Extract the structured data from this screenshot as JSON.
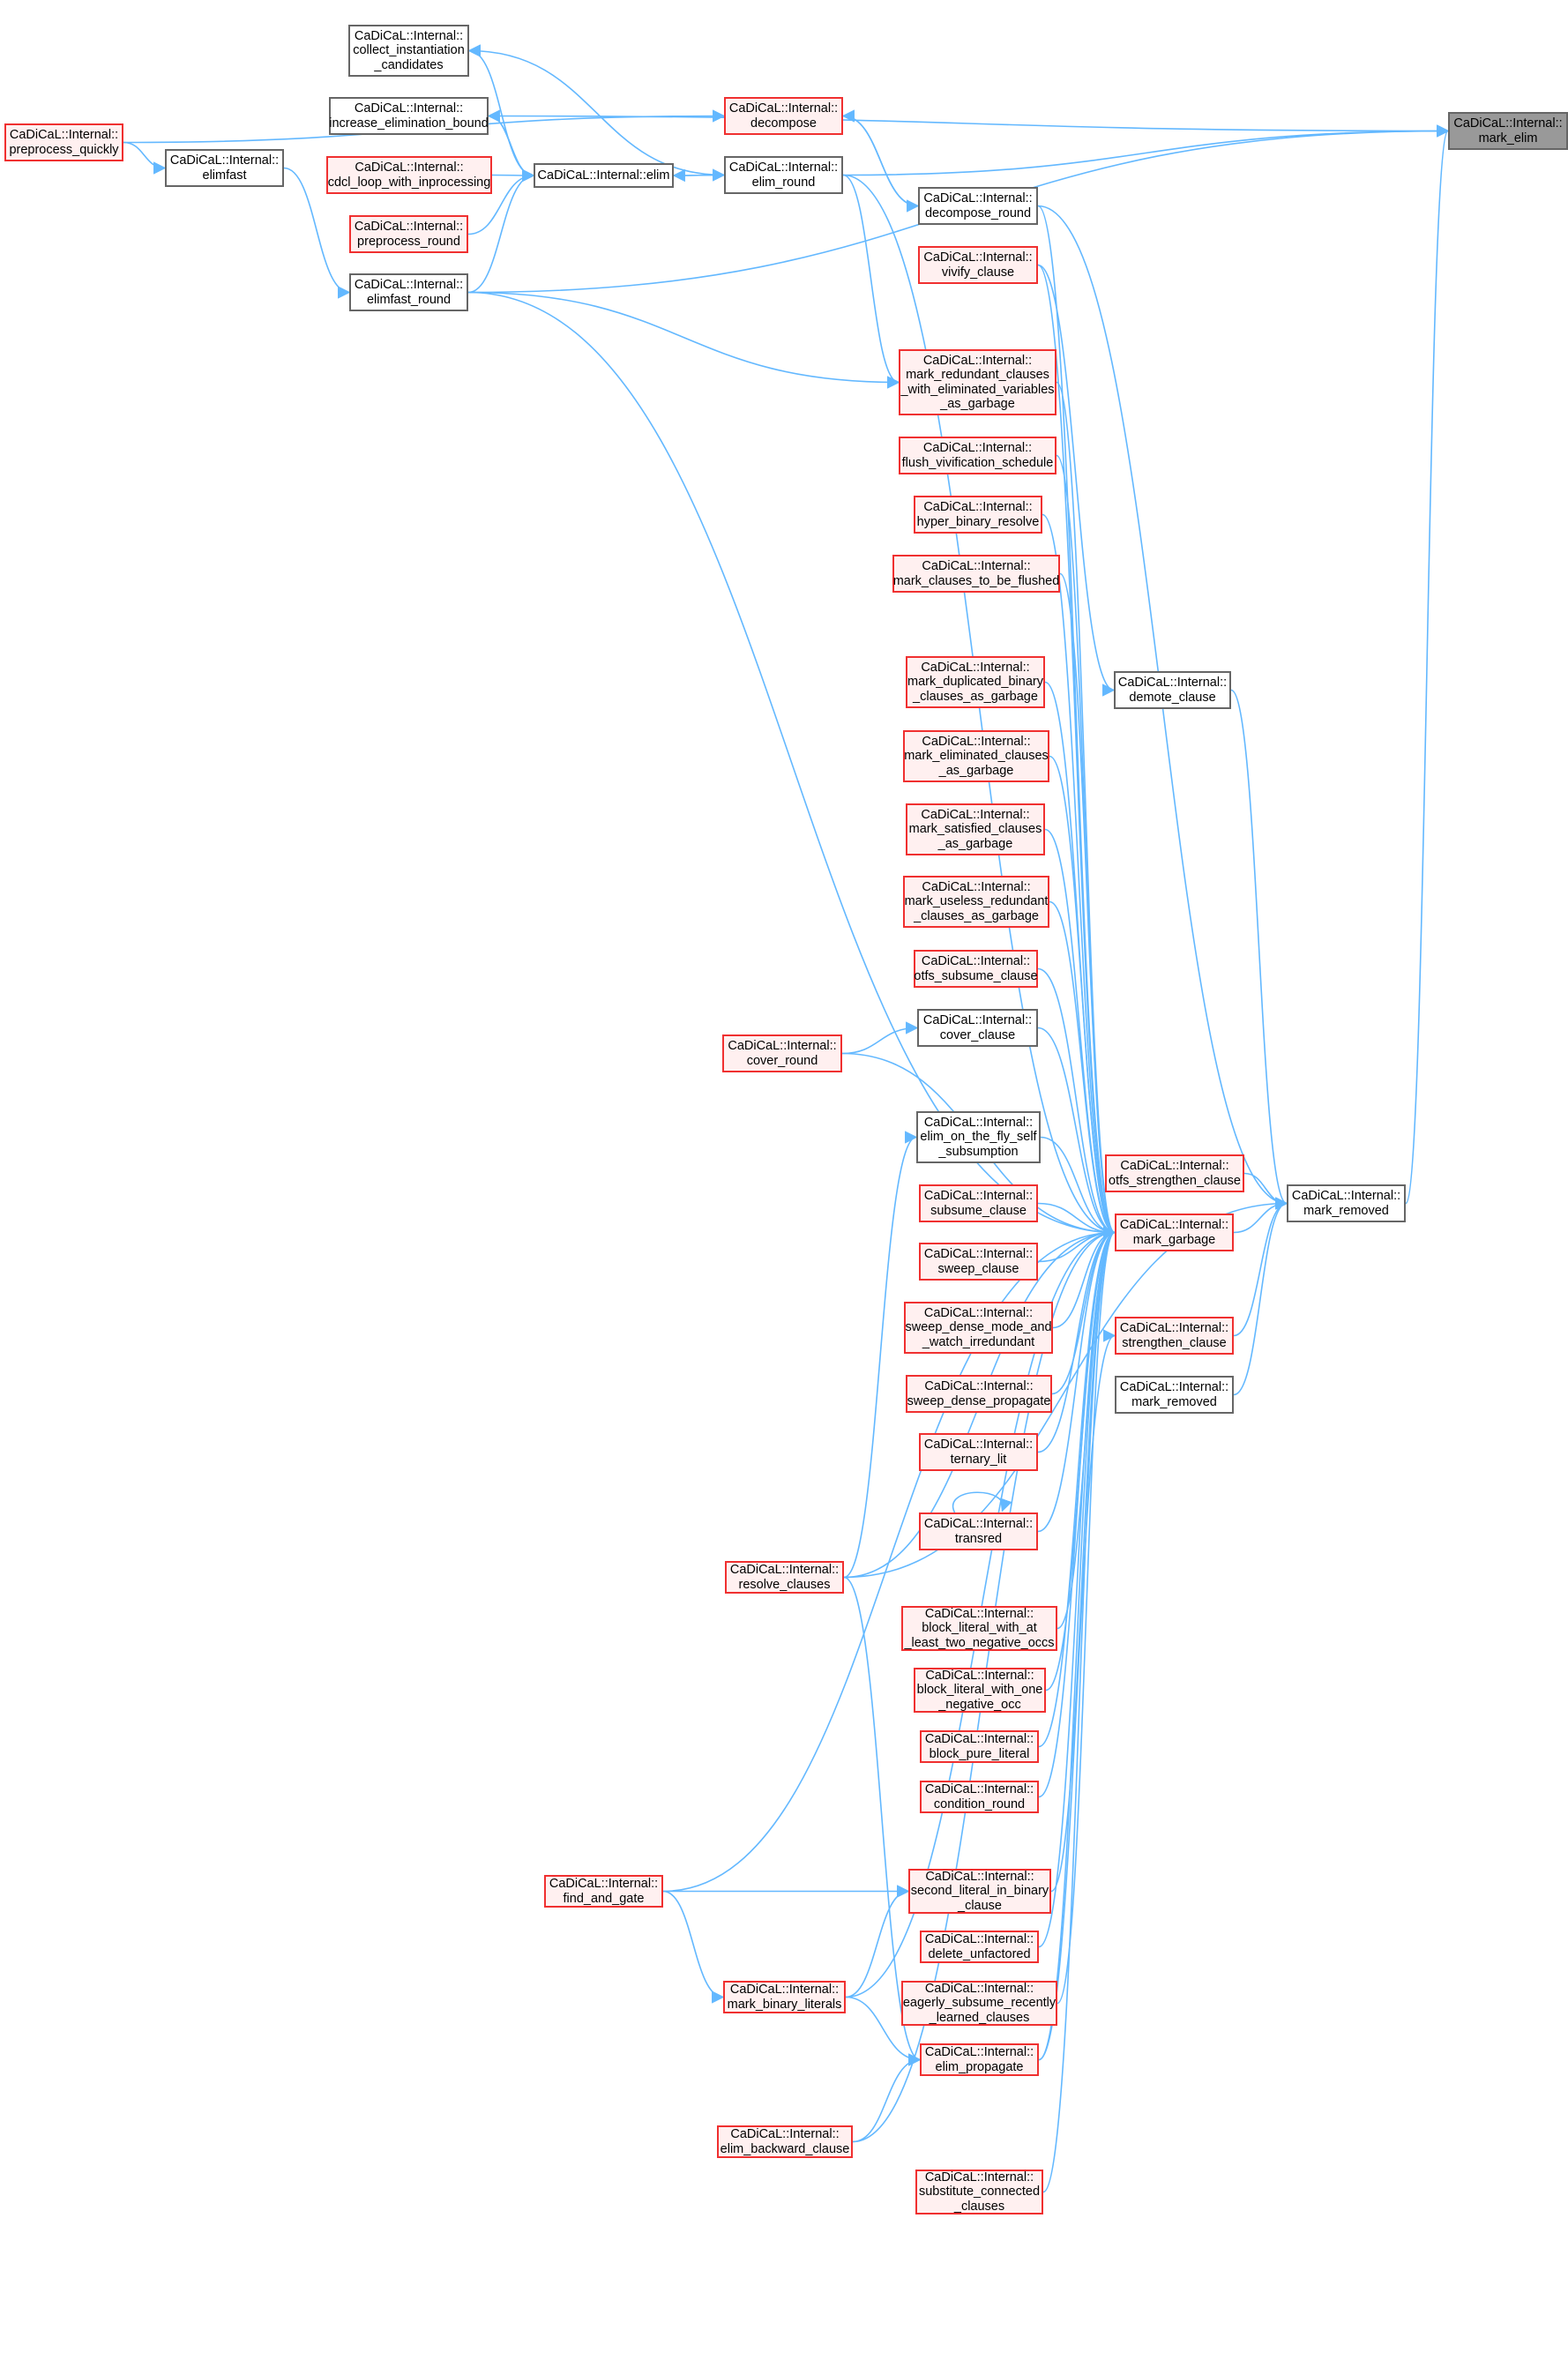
{
  "graph": {
    "title": "CaDiCaL::Internal::mark_elim caller graph",
    "colors": {
      "edge": "#63b8ff",
      "red_border": "#f03030",
      "red_fill": "#fff0f0",
      "plain_border": "#666666",
      "selected_fill": "#999999"
    },
    "nodes": {
      "mark_elim": "CaDiCaL::Internal::\nmark_elim",
      "preprocess_quickly": "CaDiCaL::Internal::\npreprocess_quickly",
      "elimfast": "CaDiCaL::Internal::\nelimfast",
      "collect_instantiation_candidates": "CaDiCaL::Internal::\ncollect_instantiation\n_candidates",
      "increase_elimination_bound": "CaDiCaL::Internal::\nincrease_elimination_bound",
      "cdcl_loop_with_inprocessing": "CaDiCaL::Internal::\ncdcl_loop_with_inprocessing",
      "preprocess_round": "CaDiCaL::Internal::\npreprocess_round",
      "elimfast_round": "CaDiCaL::Internal::\nelimfast_round",
      "elim": "CaDiCaL::Internal::elim",
      "decompose": "CaDiCaL::Internal::\ndecompose",
      "elim_round": "CaDiCaL::Internal::\nelim_round",
      "decompose_round": "CaDiCaL::Internal::\ndecompose_round",
      "vivify_clause": "CaDiCaL::Internal::\nvivify_clause",
      "mark_redundant_clauses_with_eliminated_variables_as_garbage": "CaDiCaL::Internal::\nmark_redundant_clauses\n_with_eliminated_variables\n_as_garbage",
      "flush_vivification_schedule": "CaDiCaL::Internal::\nflush_vivification_schedule",
      "hyper_binary_resolve": "CaDiCaL::Internal::\nhyper_binary_resolve",
      "mark_clauses_to_be_flushed": "CaDiCaL::Internal::\nmark_clauses_to_be_flushed",
      "demote_clause": "CaDiCaL::Internal::\ndemote_clause",
      "mark_duplicated_binary_clauses_as_garbage": "CaDiCaL::Internal::\nmark_duplicated_binary\n_clauses_as_garbage",
      "mark_eliminated_clauses_as_garbage": "CaDiCaL::Internal::\nmark_eliminated_clauses\n_as_garbage",
      "mark_satisfied_clauses_as_garbage": "CaDiCaL::Internal::\nmark_satisfied_clauses\n_as_garbage",
      "mark_useless_redundant_clauses_as_garbage": "CaDiCaL::Internal::\nmark_useless_redundant\n_clauses_as_garbage",
      "otfs_subsume_clause": "CaDiCaL::Internal::\notfs_subsume_clause",
      "cover_clause": "CaDiCaL::Internal::\ncover_clause",
      "cover_round": "CaDiCaL::Internal::\ncover_round",
      "elim_on_the_fly_self_subsumption": "CaDiCaL::Internal::\nelim_on_the_fly_self\n_subsumption",
      "otfs_strengthen_clause": "CaDiCaL::Internal::\notfs_strengthen_clause",
      "mark_removed": "CaDiCaL::Internal::\nmark_removed",
      "subsume_clause": "CaDiCaL::Internal::\nsubsume_clause",
      "mark_garbage": "CaDiCaL::Internal::\nmark_garbage",
      "sweep_clause": "CaDiCaL::Internal::\nsweep_clause",
      "sweep_dense_mode_and_watch_irredundant": "CaDiCaL::Internal::\nsweep_dense_mode_and\n_watch_irredundant",
      "strengthen_clause": "CaDiCaL::Internal::\nstrengthen_clause",
      "sweep_dense_propagate": "CaDiCaL::Internal::\nsweep_dense_propagate",
      "mark_removed_2": "CaDiCaL::Internal::\nmark_removed",
      "ternary_lit": "CaDiCaL::Internal::\nternary_lit",
      "transred": "CaDiCaL::Internal::\ntransred",
      "resolve_clauses": "CaDiCaL::Internal::\nresolve_clauses",
      "block_literal_with_at_least_two_negative_occs": "CaDiCaL::Internal::\nblock_literal_with_at\n_least_two_negative_occs",
      "block_literal_with_one_negative_occ": "CaDiCaL::Internal::\nblock_literal_with_one\n_negative_occ",
      "block_pure_literal": "CaDiCaL::Internal::\nblock_pure_literal",
      "condition_round": "CaDiCaL::Internal::\ncondition_round",
      "find_and_gate": "CaDiCaL::Internal::\nfind_and_gate",
      "second_literal_in_binary_clause": "CaDiCaL::Internal::\nsecond_literal_in_binary\n_clause",
      "delete_unfactored": "CaDiCaL::Internal::\ndelete_unfactored",
      "mark_binary_literals": "CaDiCaL::Internal::\nmark_binary_literals",
      "eagerly_subsume_recently_learned_clauses": "CaDiCaL::Internal::\neagerly_subsume_recently\n_learned_clauses",
      "elim_propagate": "CaDiCaL::Internal::\nelim_propagate",
      "elim_backward_clause": "CaDiCaL::Internal::\nelim_backward_clause",
      "substitute_connected_clauses": "CaDiCaL::Internal::\nsubstitute_connected\n_clauses"
    },
    "edges": [
      [
        "increase_elimination_bound",
        "mark_elim"
      ],
      [
        "elim_round",
        "mark_elim"
      ],
      [
        "elimfast_round",
        "mark_elim"
      ],
      [
        "mark_removed",
        "mark_elim"
      ],
      [
        "preprocess_quickly",
        "decompose"
      ],
      [
        "preprocess_quickly",
        "elimfast"
      ],
      [
        "elimfast",
        "elimfast_round"
      ],
      [
        "elim",
        "collect_instantiation_candidates"
      ],
      [
        "elim_round",
        "collect_instantiation_candidates"
      ],
      [
        "elim",
        "increase_elimination_bound"
      ],
      [
        "increase_elimination_bound",
        "elim"
      ],
      [
        "cdcl_loop_with_inprocessing",
        "elim"
      ],
      [
        "preprocess_round",
        "elim"
      ],
      [
        "elimfast_round",
        "elim"
      ],
      [
        "elim_round",
        "elim"
      ],
      [
        "elim",
        "elim_round"
      ],
      [
        "decompose",
        "decompose_round"
      ],
      [
        "decompose_round",
        "decompose"
      ],
      [
        "elim_round",
        "mark_redundant_clauses_with_eliminated_variables_as_garbage"
      ],
      [
        "elimfast_round",
        "mark_redundant_clauses_with_eliminated_variables_as_garbage"
      ],
      [
        "decompose_round",
        "mark_removed"
      ],
      [
        "vivify_clause",
        "demote_clause"
      ],
      [
        "demote_clause",
        "mark_removed"
      ],
      [
        "decompose_round",
        "mark_garbage"
      ],
      [
        "vivify_clause",
        "mark_garbage"
      ],
      [
        "elim_round",
        "mark_garbage"
      ],
      [
        "elimfast_round",
        "mark_garbage"
      ],
      [
        "mark_redundant_clauses_with_eliminated_variables_as_garbage",
        "mark_garbage"
      ],
      [
        "flush_vivification_schedule",
        "mark_garbage"
      ],
      [
        "hyper_binary_resolve",
        "mark_garbage"
      ],
      [
        "mark_clauses_to_be_flushed",
        "mark_garbage"
      ],
      [
        "mark_duplicated_binary_clauses_as_garbage",
        "mark_garbage"
      ],
      [
        "mark_eliminated_clauses_as_garbage",
        "mark_garbage"
      ],
      [
        "mark_satisfied_clauses_as_garbage",
        "mark_garbage"
      ],
      [
        "mark_useless_redundant_clauses_as_garbage",
        "mark_garbage"
      ],
      [
        "otfs_subsume_clause",
        "mark_garbage"
      ],
      [
        "cover_clause",
        "mark_garbage"
      ],
      [
        "cover_round",
        "mark_garbage"
      ],
      [
        "cover_round",
        "cover_clause"
      ],
      [
        "elim_on_the_fly_self_subsumption",
        "mark_garbage"
      ],
      [
        "subsume_clause",
        "mark_garbage"
      ],
      [
        "sweep_clause",
        "mark_garbage"
      ],
      [
        "sweep_dense_mode_and_watch_irredundant",
        "mark_garbage"
      ],
      [
        "sweep_dense_propagate",
        "mark_garbage"
      ],
      [
        "ternary_lit",
        "mark_garbage"
      ],
      [
        "transred",
        "mark_garbage"
      ],
      [
        "transred",
        "transred"
      ],
      [
        "resolve_clauses",
        "mark_garbage"
      ],
      [
        "resolve_clauses",
        "elim_on_the_fly_self_subsumption"
      ],
      [
        "block_literal_with_at_least_two_negative_occs",
        "mark_garbage"
      ],
      [
        "block_literal_with_one_negative_occ",
        "mark_garbage"
      ],
      [
        "block_pure_literal",
        "mark_garbage"
      ],
      [
        "condition_round",
        "mark_garbage"
      ],
      [
        "find_and_gate",
        "mark_garbage"
      ],
      [
        "second_literal_in_binary_clause",
        "mark_garbage"
      ],
      [
        "delete_unfactored",
        "mark_garbage"
      ],
      [
        "mark_binary_literals",
        "mark_garbage"
      ],
      [
        "eagerly_subsume_recently_learned_clauses",
        "mark_garbage"
      ],
      [
        "elim_propagate",
        "mark_garbage"
      ],
      [
        "elim_backward_clause",
        "mark_garbage"
      ],
      [
        "substitute_connected_clauses",
        "mark_garbage"
      ],
      [
        "otfs_strengthen_clause",
        "mark_removed"
      ],
      [
        "mark_garbage",
        "mark_removed"
      ],
      [
        "strengthen_clause",
        "mark_removed"
      ],
      [
        "mark_removed_2",
        "mark_removed"
      ],
      [
        "resolve_clauses",
        "mark_removed"
      ],
      [
        "elim_propagate",
        "strengthen_clause"
      ],
      [
        "find_and_gate",
        "second_literal_in_binary_clause"
      ],
      [
        "find_and_gate",
        "mark_binary_literals"
      ],
      [
        "mark_binary_literals",
        "second_literal_in_binary_clause"
      ],
      [
        "mark_binary_literals",
        "elim_propagate"
      ],
      [
        "resolve_clauses",
        "elim_propagate"
      ],
      [
        "elim_backward_clause",
        "elim_propagate"
      ]
    ]
  }
}
